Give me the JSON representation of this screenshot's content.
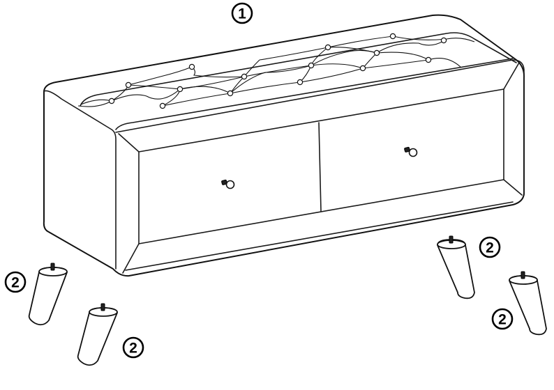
{
  "callouts": {
    "bench": "1",
    "legs": [
      "2",
      "2",
      "2",
      "2"
    ]
  },
  "parts": {
    "bench_icon": "tufted-storage-bench-icon",
    "drawer_count": 2,
    "leg_icon": "tapered-leg-icon",
    "leg_count": 4
  }
}
